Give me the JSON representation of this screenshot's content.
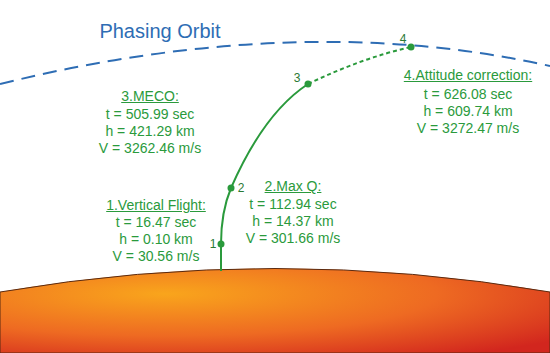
{
  "diagram": {
    "labels": [
      "Phasing Orbit",
      "3.MECO:",
      "t = 505.99 sec",
      "h = 421.29 km",
      "V = 3262.46 m/s",
      "3",
      "4.Attitude correction:",
      "t = 626.08 sec",
      "h = 609.74 km",
      "V = 3272.47 m/s",
      "4",
      "2",
      "2.Max Q:",
      "t = 112.94 sec",
      "h = 14.37 km",
      "V = 301.66 m/s",
      "1.Vertical Flight:",
      "t = 16.47 sec",
      "h = 0.10 km",
      "V = 30.56 m/s",
      "1"
    ]
  }
}
